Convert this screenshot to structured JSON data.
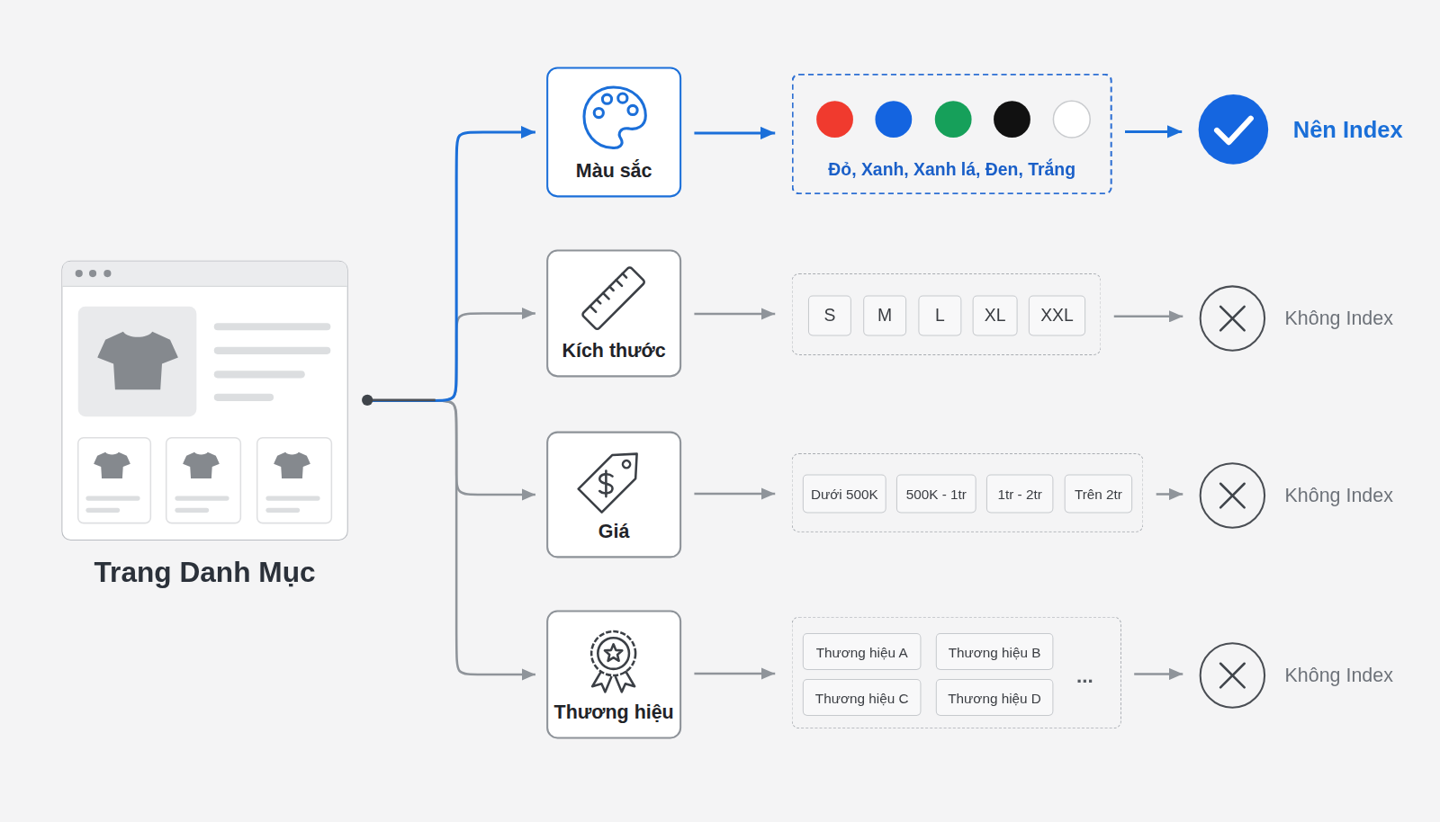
{
  "diagram": {
    "nodes": [
      {
        "text": [
          "Trang Danh Mục"
        ]
      },
      {
        "text": [
          "Màu sắc"
        ]
      },
      {
        "text": [
          "Đỏ, Xanh, Xanh lá, Đen, Trắng"
        ]
      },
      {
        "text": [
          "Nên Index"
        ]
      },
      {
        "text": [
          "Kích thước"
        ]
      },
      {
        "text": []
      },
      {
        "text": [
          "S"
        ],
        "in": 5
      },
      {
        "text": [
          "M"
        ],
        "in": 5
      },
      {
        "text": [
          "L"
        ],
        "in": 5
      },
      {
        "text": [
          "XL"
        ],
        "in": 5
      },
      {
        "text": [
          "XXL"
        ],
        "in": 5
      },
      {
        "text": [
          "Không Index"
        ]
      },
      {
        "text": [
          "Giá"
        ]
      },
      {
        "text": []
      },
      {
        "text": [
          "Dưới 500K"
        ],
        "in": 13
      },
      {
        "text": [
          "500K - 1tr"
        ],
        "in": 13
      },
      {
        "text": [
          "1tr - 2tr"
        ],
        "in": 13
      },
      {
        "text": [
          "Trên 2tr"
        ],
        "in": 13
      },
      {
        "text": [
          "Không Index"
        ]
      },
      {
        "text": [
          "Thương hiệu"
        ]
      },
      {
        "text": []
      },
      {
        "text": [
          "Thương hiệu A"
        ],
        "in": 20
      },
      {
        "text": [
          "Thương hiệu B"
        ],
        "in": 20
      },
      {
        "text": [
          "Thương hiệu C"
        ],
        "in": 20
      },
      {
        "text": [
          "Thương hiệu D"
        ],
        "in": 20
      },
      {
        "text": [
          "Không Index"
        ]
      }
    ],
    "edges": [
      {
        "from": 0,
        "to": 1,
        "arrow": "to"
      },
      {
        "from": 0,
        "to": 4,
        "arrow": "to"
      },
      {
        "from": 0,
        "to": 12,
        "arrow": "to"
      },
      {
        "from": 0,
        "to": 19,
        "arrow": "to"
      },
      {
        "from": 1,
        "to": 2,
        "arrow": "to"
      },
      {
        "from": 2,
        "to": 3,
        "arrow": "to"
      },
      {
        "from": 4,
        "to": 5,
        "arrow": "to"
      },
      {
        "from": 5,
        "to": 11,
        "arrow": "to"
      },
      {
        "from": 12,
        "to": 13,
        "arrow": "to"
      },
      {
        "from": 13,
        "to": 18,
        "arrow": "to"
      },
      {
        "from": 19,
        "to": 20,
        "arrow": "to"
      },
      {
        "from": 20,
        "to": 25,
        "arrow": "to"
      }
    ],
    "labels": [
      "..."
    ]
  }
}
